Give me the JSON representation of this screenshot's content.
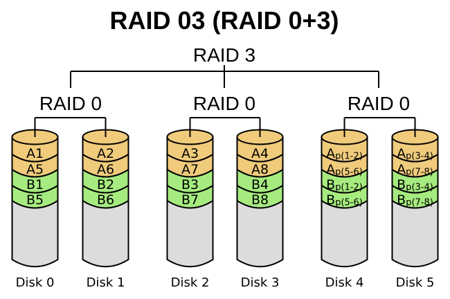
{
  "title": "RAID 03 (RAID 0+3)",
  "tree": {
    "root_label": "RAID 3",
    "groups": [
      {
        "label": "RAID 0"
      },
      {
        "label": "RAID 0"
      },
      {
        "label": "RAID 0"
      }
    ]
  },
  "disks": [
    {
      "name": "Disk 0",
      "bands": [
        {
          "main": "A1",
          "sub": ""
        },
        {
          "main": "A5",
          "sub": ""
        },
        {
          "main": "B1",
          "sub": ""
        },
        {
          "main": "B5",
          "sub": ""
        }
      ]
    },
    {
      "name": "Disk 1",
      "bands": [
        {
          "main": "A2",
          "sub": ""
        },
        {
          "main": "A6",
          "sub": ""
        },
        {
          "main": "B2",
          "sub": ""
        },
        {
          "main": "B6",
          "sub": ""
        }
      ]
    },
    {
      "name": "Disk 2",
      "bands": [
        {
          "main": "A3",
          "sub": ""
        },
        {
          "main": "A7",
          "sub": ""
        },
        {
          "main": "B3",
          "sub": ""
        },
        {
          "main": "B7",
          "sub": ""
        }
      ]
    },
    {
      "name": "Disk 3",
      "bands": [
        {
          "main": "A4",
          "sub": ""
        },
        {
          "main": "A8",
          "sub": ""
        },
        {
          "main": "B4",
          "sub": ""
        },
        {
          "main": "B8",
          "sub": ""
        }
      ]
    },
    {
      "name": "Disk 4",
      "bands": [
        {
          "main": "A",
          "sub": "p(1-2)"
        },
        {
          "main": "A",
          "sub": "p(5-6)"
        },
        {
          "main": "B",
          "sub": "p(1-2)"
        },
        {
          "main": "B",
          "sub": "p(5-6)"
        }
      ]
    },
    {
      "name": "Disk 5",
      "bands": [
        {
          "main": "A",
          "sub": "p(3-4)"
        },
        {
          "main": "A",
          "sub": "p(7-8)"
        },
        {
          "main": "B",
          "sub": "p(3-4)"
        },
        {
          "main": "B",
          "sub": "p(7-8)"
        }
      ]
    }
  ],
  "colors": {
    "band_a": "#F0CB7C",
    "band_b": "#A6EB7F",
    "body": "#DCDCDC",
    "stroke": "#000000",
    "text": "#000000",
    "background": "#FFFFFF"
  }
}
